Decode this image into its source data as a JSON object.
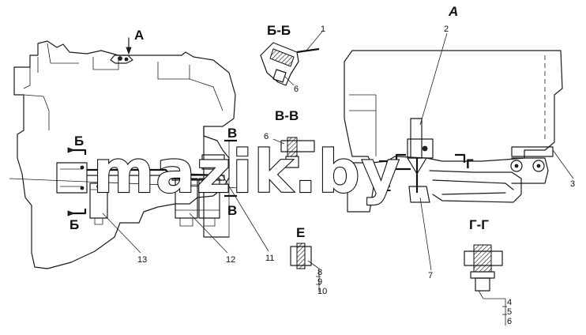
{
  "section_labels": {
    "view_a_left": "А",
    "view_a_right": "А",
    "sect_bb": "Б-Б",
    "sect_vv": "В-В",
    "sect_e": "Е",
    "sect_gg": "Г-Г",
    "cut_b_top": "Б",
    "cut_b_bottom": "Б",
    "cut_v_top": "В",
    "cut_v_bottom": "В",
    "cut_g": "Г",
    "cut_e": "Е"
  },
  "callouts": {
    "c1": "1",
    "c2": "2",
    "c3": "3",
    "c6_bb": "6",
    "c6_vv": "6",
    "c7": "7",
    "c11": "11",
    "c12": "12",
    "c13": "13",
    "c8": "8",
    "c9": "9",
    "c10": "10",
    "c4": "4",
    "c5": "5",
    "c6_gg": "6"
  },
  "watermark": "mazik.by",
  "colors": {
    "ink": "#111111",
    "background": "#ffffff"
  }
}
